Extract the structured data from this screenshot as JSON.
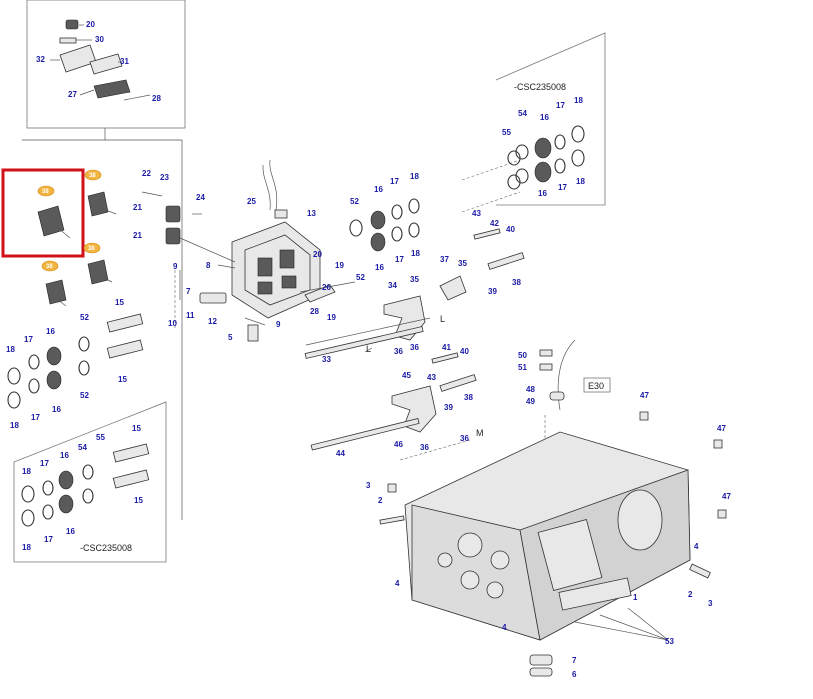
{
  "variant_labels": {
    "top_right": "-CSC235008",
    "bottom_left": "-CSC235008"
  },
  "tag_box": "E30",
  "callout_badges": [
    "38",
    "38",
    "38",
    "38"
  ],
  "colors": {
    "label": "#1a1aa6",
    "badge": "#f2b441",
    "highlight": "#d0111a"
  },
  "callouts": {
    "c1": "20",
    "c2": "30",
    "c3": "32",
    "c4": "31",
    "c5": "27",
    "c6": "28",
    "c7": "22",
    "c8": "23",
    "c9": "24",
    "c10": "21",
    "c11": "21",
    "c12": "25",
    "c13": "13",
    "c14": "52",
    "c15": "16",
    "c16": "17",
    "c17": "18",
    "c18": "16",
    "c19": "17",
    "c20": "18",
    "c21": "20",
    "c22": "19",
    "c23": "52",
    "c24": "9",
    "c25": "8",
    "c26": "7",
    "c27": "11",
    "c28": "10",
    "c29": "12",
    "c30": "9",
    "c31": "5",
    "c32": "28",
    "c33": "19",
    "c34": "26",
    "c35": "33",
    "c36": "34",
    "c37": "35",
    "c38": "36",
    "c39": "36",
    "c40": "37",
    "c41": "35",
    "c42": "43",
    "c43": "42",
    "c44": "40",
    "c45": "38",
    "c46": "39",
    "c47": "55",
    "c48": "54",
    "c49": "16",
    "c50": "17",
    "c51": "18",
    "c52": "16",
    "c53": "17",
    "c54": "18",
    "c55": "15",
    "c56": "52",
    "c57": "16",
    "c58": "17",
    "c59": "18",
    "c60": "16",
    "c61": "17",
    "c62": "18",
    "c63": "52",
    "c64": "15",
    "c65": "41",
    "c66": "40",
    "c67": "45",
    "c68": "43",
    "c69": "39",
    "c70": "38",
    "c71": "46",
    "c72": "36",
    "c73": "36",
    "c74": "44",
    "c75": "50",
    "c76": "51",
    "c77": "48",
    "c78": "49",
    "c79": "47",
    "c80": "47",
    "c81": "47",
    "c82": "3",
    "c83": "2",
    "c84": "4",
    "c85": "4",
    "c86": "4",
    "c87": "1",
    "c88": "2",
    "c89": "3",
    "c90": "53",
    "c91": "7",
    "c92": "6",
    "c93": "15",
    "c94": "54",
    "c95": "55",
    "c96": "16",
    "c97": "17",
    "c98": "18",
    "c99": "15",
    "c100": "16",
    "c101": "17",
    "c102": "18"
  },
  "section_letters": {
    "l": "L",
    "m": "M"
  }
}
